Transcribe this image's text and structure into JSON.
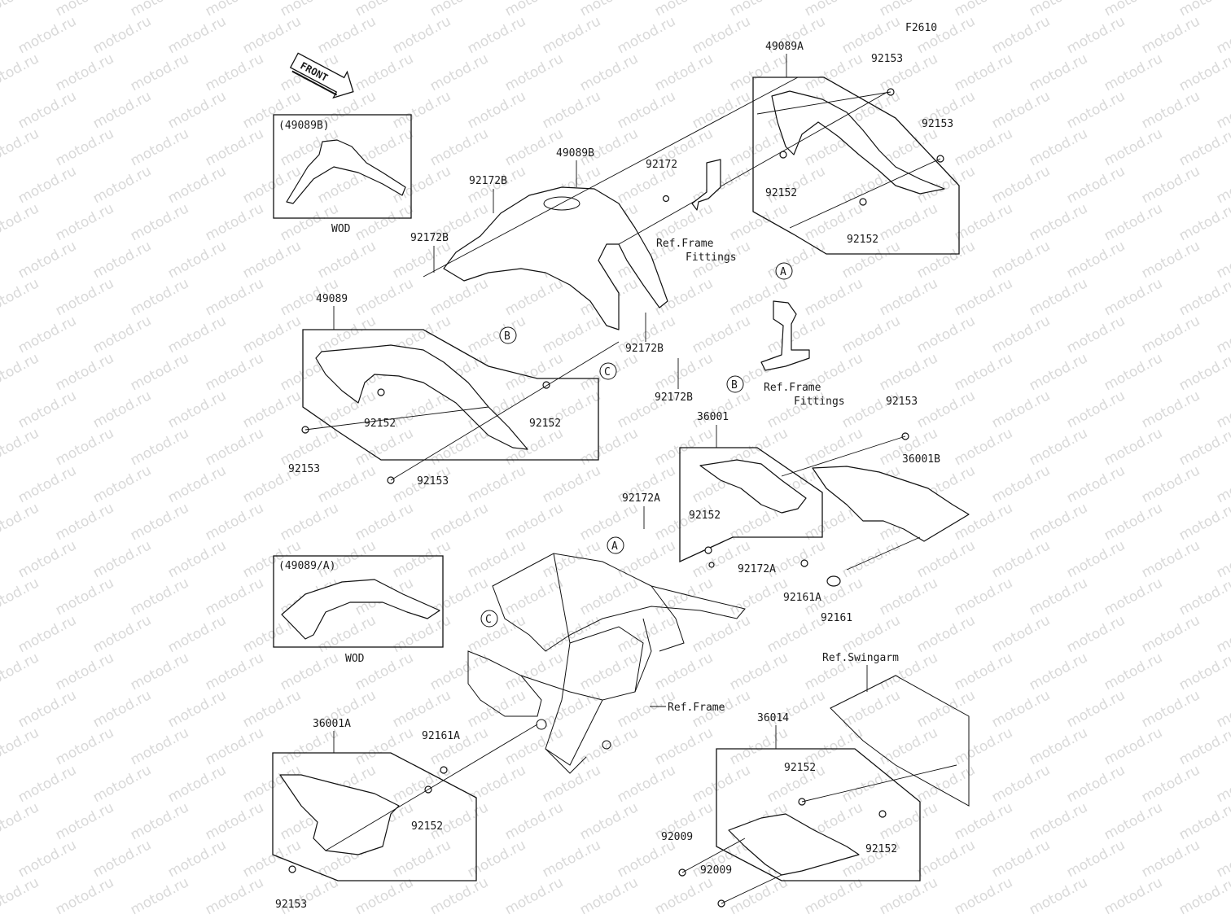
{
  "watermark": "motod.ru",
  "figure_id": "F2610",
  "front_arrow": "FRONT",
  "labels": {
    "l49089A": "49089A",
    "l92153_a": "92153",
    "l92153_b": "92153",
    "l92152_a": "92152",
    "l92152_b": "92152",
    "l49089B_inset": "(49089B)",
    "wod_1": "WOD",
    "l49089B": "49089B",
    "l92172": "92172",
    "l92172B_a": "92172B",
    "l92172B_b": "92172B",
    "l92172B_c": "92172B",
    "l92172B_d": "92172B",
    "ref_frame_fittings_1a": "Ref.Frame",
    "ref_frame_fittings_1b": "Fittings",
    "ref_frame_fittings_2a": "Ref.Frame",
    "ref_frame_fittings_2b": "Fittings",
    "l49089": "49089",
    "l92152_c": "92152",
    "l92152_d": "92152",
    "l92153_c": "92153",
    "l92153_d": "92153",
    "l92153_e": "92153",
    "l36001": "36001",
    "l36001B": "36001B",
    "l92172A_a": "92172A",
    "l92172A_b": "92172A",
    "l92152_e": "92152",
    "l92161A_a": "92161A",
    "l92161": "92161",
    "l49089A_inset": "(49089/A)",
    "wod_2": "WOD",
    "ref_frame": "Ref.Frame",
    "ref_swingarm": "Ref.Swingarm",
    "l36001A": "36001A",
    "l92161A_b": "92161A",
    "l92152_f": "92152",
    "l92153_f": "92153",
    "l36014": "36014",
    "l92152_g": "92152",
    "l92152_h": "92152",
    "l92009_a": "92009",
    "l92009_b": "92009",
    "circ_A1": "A",
    "circ_A2": "A",
    "circ_B1": "B",
    "circ_B2": "B",
    "circ_C1": "C",
    "circ_C2": "C"
  }
}
